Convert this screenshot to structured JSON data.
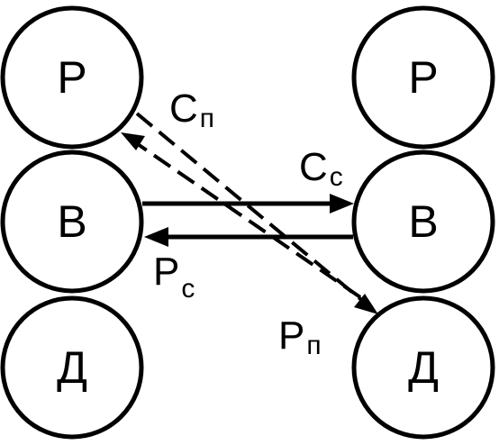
{
  "left_column": {
    "top": "Р",
    "middle": "В",
    "bottom": "Д"
  },
  "right_column": {
    "top": "Р",
    "middle": "В",
    "bottom": "Д"
  },
  "arrows": {
    "c_p": {
      "main": "С",
      "sub": "п"
    },
    "c_c": {
      "main": "С",
      "sub": "с"
    },
    "p_c": {
      "main": "Р",
      "sub": "с"
    },
    "p_p": {
      "main": "Р",
      "sub": "п"
    }
  },
  "colors": {
    "stroke": "#000000",
    "background": "#ffffff"
  }
}
